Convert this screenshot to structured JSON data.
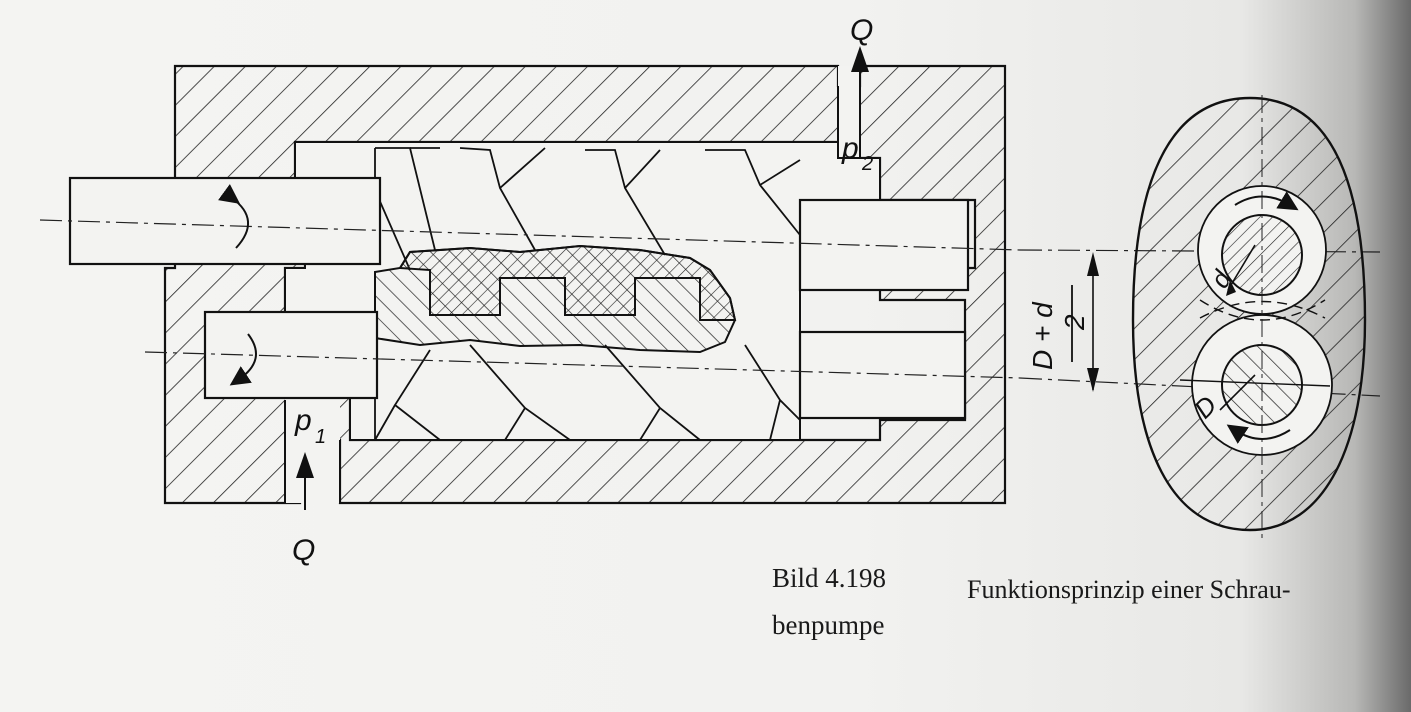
{
  "caption": {
    "number": "Bild 4.198",
    "text_line1": "Funktionsprinzip einer Schrau-",
    "text_line2": "benpumpe"
  },
  "labels": {
    "flow_out": "Q",
    "flow_in": "Q",
    "pressure_out": "p",
    "pressure_out_sub": "2",
    "pressure_in": "p",
    "pressure_in_sub": "1",
    "dim_fraction_num": "D + d",
    "dim_fraction_den": "2",
    "small_diameter": "d",
    "large_diameter": "D"
  },
  "colors": {
    "ink": "#111111",
    "paper": "#f3f3f1"
  }
}
